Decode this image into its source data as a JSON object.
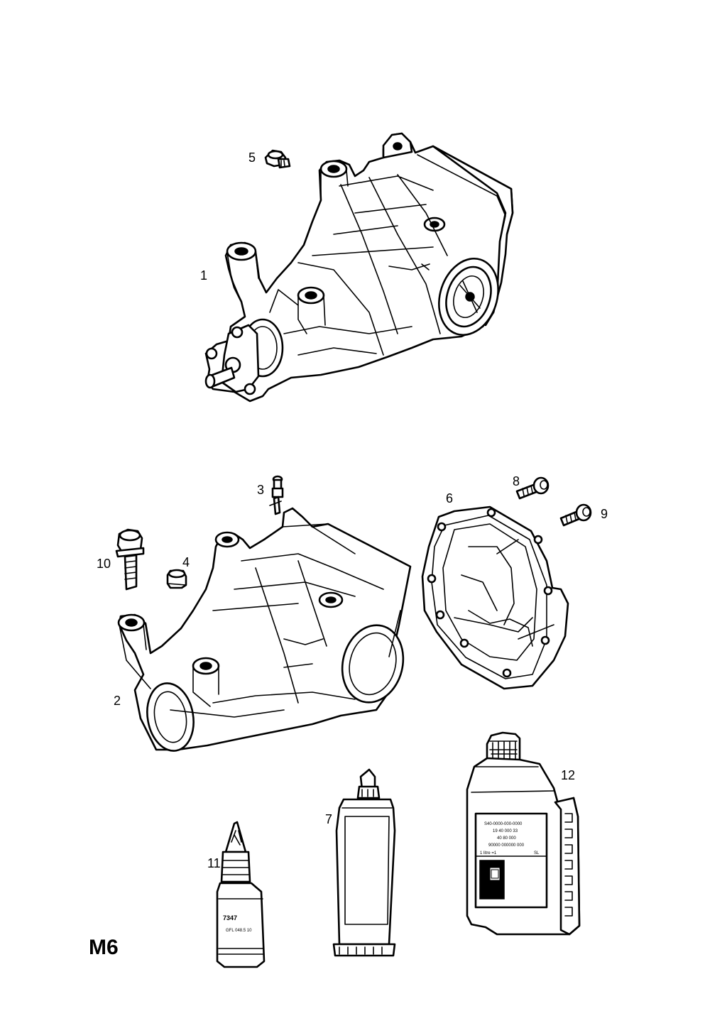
{
  "page_code": "M6",
  "callouts": {
    "c1": "1",
    "c2": "2",
    "c3": "3",
    "c4": "4",
    "c5": "5",
    "c6": "6",
    "c7": "7",
    "c8": "8",
    "c9": "9",
    "c10": "10",
    "c11": "11",
    "c12": "12"
  },
  "adhesive_label": {
    "code": "7347",
    "spec": "GFL 048.5 10"
  },
  "oil_label": {
    "line1": "S40-0000-000-0000",
    "line2": "19 40 000 33",
    "line3": "40 80 000",
    "line4": "90000 000000 000",
    "volume": "1 litre =1",
    "marking": "SL"
  },
  "colors": {
    "ink": "#000000",
    "paper": "#ffffff"
  }
}
